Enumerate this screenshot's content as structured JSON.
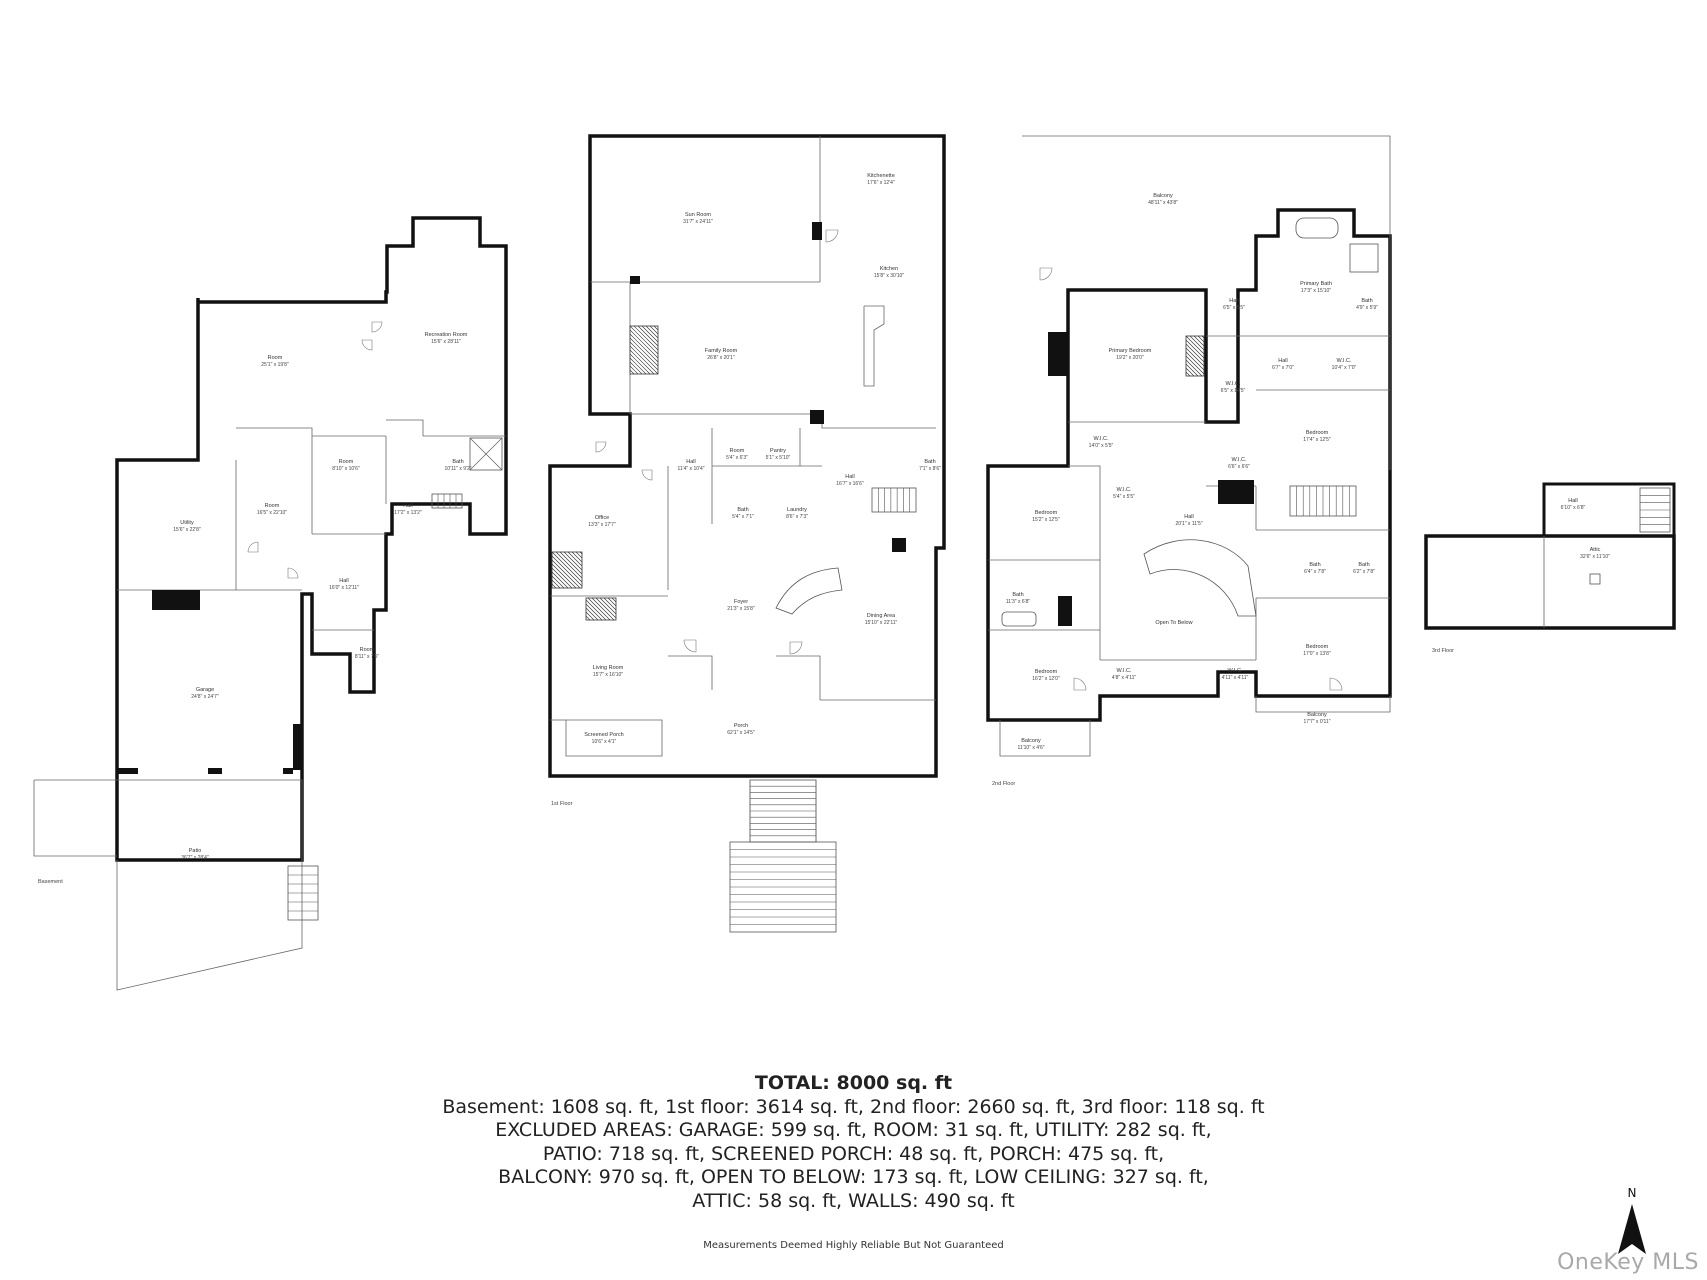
{
  "floors": {
    "basement": {
      "label": "Basement",
      "rooms": [
        {
          "id": "room-a",
          "name": "Room",
          "dims": "25'1\" x 19'8\""
        },
        {
          "id": "recreation",
          "name": "Recreation Room",
          "dims": "15'6\" x 28'11\""
        },
        {
          "id": "utility",
          "name": "Utility",
          "dims": "15'6\" x 22'8\""
        },
        {
          "id": "room-b",
          "name": "Room",
          "dims": "16'5\" x 22'10\""
        },
        {
          "id": "room-c",
          "name": "Room",
          "dims": "8'10\" x 10'6\""
        },
        {
          "id": "hall-a",
          "name": "Hall",
          "dims": "17'2\" x 13'2\""
        },
        {
          "id": "bath-a",
          "name": "Bath",
          "dims": "10'11\" x 9'2\""
        },
        {
          "id": "hall-b",
          "name": "Hall",
          "dims": "16'0\" x 12'11\""
        },
        {
          "id": "room-d",
          "name": "Room",
          "dims": "8'11\" x 7'5\""
        },
        {
          "id": "garage",
          "name": "Garage",
          "dims": "24'8\" x 24'7\""
        },
        {
          "id": "patio",
          "name": "Patio",
          "dims": "36'7\" x 28'4\""
        }
      ]
    },
    "first": {
      "label": "1st Floor",
      "rooms": [
        {
          "id": "sunroom",
          "name": "Sun Room",
          "dims": "31'7\" x 24'11\""
        },
        {
          "id": "kitchenette",
          "name": "Kitchenette",
          "dims": "17'6\" x 12'4\""
        },
        {
          "id": "kitchen",
          "name": "Kitchen",
          "dims": "15'8\" x 30'10\""
        },
        {
          "id": "family",
          "name": "Family Room",
          "dims": "26'8\" x 20'1\""
        },
        {
          "id": "hall-1a",
          "name": "Hall",
          "dims": "11'4\" x 10'4\""
        },
        {
          "id": "room-1",
          "name": "Room",
          "dims": "5'4\" x 6'3\""
        },
        {
          "id": "pantry",
          "name": "Pantry",
          "dims": "5'1\" x 5'10\""
        },
        {
          "id": "hall-1b",
          "name": "Hall",
          "dims": "16'7\" x 16'6\""
        },
        {
          "id": "bath-1a",
          "name": "Bath",
          "dims": "7'1\" x 8'6\""
        },
        {
          "id": "bath-1b",
          "name": "Bath",
          "dims": "5'4\" x 7'1\""
        },
        {
          "id": "laundry",
          "name": "Laundry",
          "dims": "8'6\" x 7'3\""
        },
        {
          "id": "office",
          "name": "Office",
          "dims": "13'3\" x 17'7\""
        },
        {
          "id": "foyer",
          "name": "Foyer",
          "dims": "21'3\" x 15'8\""
        },
        {
          "id": "dining",
          "name": "Dining Area",
          "dims": "15'10\" x 22'11\""
        },
        {
          "id": "living",
          "name": "Living Room",
          "dims": "15'7\" x 16'10\""
        },
        {
          "id": "screened",
          "name": "Screened Porch",
          "dims": "10'6\" x 4'1\""
        },
        {
          "id": "porch",
          "name": "Porch",
          "dims": "62'1\" x 14'5\""
        }
      ]
    },
    "second": {
      "label": "2nd Floor",
      "rooms": [
        {
          "id": "balcony-a",
          "name": "Balcony",
          "dims": "48'11\" x 43'8\""
        },
        {
          "id": "primary-bed",
          "name": "Primary Bedroom",
          "dims": "19'2\" x 20'0\""
        },
        {
          "id": "hall-2a",
          "name": "Hall",
          "dims": "6'5\" x 5'5\""
        },
        {
          "id": "primary-bath",
          "name": "Primary Bath",
          "dims": "17'3\" x 15'10\""
        },
        {
          "id": "bath-2a",
          "name": "Bath",
          "dims": "4'9\" x 5'9\""
        },
        {
          "id": "hall-2b",
          "name": "Hall",
          "dims": "6'7\" x 7'0\""
        },
        {
          "id": "wic-a",
          "name": "W.I.C.",
          "dims": "10'4\" x 7'0\""
        },
        {
          "id": "wic-b",
          "name": "W.I.C.",
          "dims": "6'5\" x 14'5\""
        },
        {
          "id": "wic-c",
          "name": "W.I.C.",
          "dims": "14'0\" x 5'5\""
        },
        {
          "id": "bedroom-a",
          "name": "Bedroom",
          "dims": "17'4\" x 12'5\""
        },
        {
          "id": "wic-d",
          "name": "W.I.C.",
          "dims": "6'6\" x 6'6\""
        },
        {
          "id": "wic-e",
          "name": "W.I.C.",
          "dims": "5'4\" x 5'5\""
        },
        {
          "id": "bedroom-b",
          "name": "Bedroom",
          "dims": "15'2\" x 12'5\""
        },
        {
          "id": "hall-2c",
          "name": "Hall",
          "dims": "20'1\" x 11'5\""
        },
        {
          "id": "bath-2b",
          "name": "Bath",
          "dims": "11'3\" x 6'8\""
        },
        {
          "id": "bath-2c",
          "name": "Bath",
          "dims": "6'4\" x 7'8\""
        },
        {
          "id": "bath-2d",
          "name": "Bath",
          "dims": "6'2\" x 7'8\""
        },
        {
          "id": "open-below",
          "name": "Open To Below",
          "dims": ""
        },
        {
          "id": "bedroom-c",
          "name": "Bedroom",
          "dims": "16'2\" x 12'0\""
        },
        {
          "id": "wic-f",
          "name": "W.I.C.",
          "dims": "4'8\" x 4'11\""
        },
        {
          "id": "wic-g",
          "name": "W.I.C.",
          "dims": "4'11\" x 4'11\""
        },
        {
          "id": "bedroom-d",
          "name": "Bedroom",
          "dims": "17'0\" x 13'8\""
        },
        {
          "id": "balcony-b",
          "name": "Balcony",
          "dims": "11'10\" x 4'6\""
        },
        {
          "id": "balcony-c",
          "name": "Balcony",
          "dims": "17'7\" x 0'11\""
        }
      ]
    },
    "third": {
      "label": "3rd Floor",
      "rooms": [
        {
          "id": "hall-3",
          "name": "Hall",
          "dims": "6'10\" x 6'8\""
        },
        {
          "id": "attic",
          "name": "Attic",
          "dims": "32'6\" x 11'10\""
        }
      ]
    }
  },
  "summary": {
    "total": "TOTAL: 8000 sq. ft",
    "lines": [
      "Basement: 1608 sq. ft, 1st floor: 3614 sq. ft, 2nd floor: 2660 sq. ft, 3rd floor: 118 sq. ft",
      "EXCLUDED AREAS: GARAGE: 599 sq. ft, ROOM: 31 sq. ft, UTILITY: 282 sq. ft,",
      "PATIO: 718 sq. ft, SCREENED PORCH: 48 sq. ft, PORCH: 475 sq. ft,",
      "BALCONY: 970 sq. ft, OPEN TO BELOW: 173 sq. ft, LOW CEILING: 327 sq. ft,",
      "ATTIC: 58 sq. ft, WALLS: 490 sq. ft"
    ],
    "disclaimer": "Measurements Deemed Highly Reliable But Not Guaranteed"
  },
  "compass": {
    "letter": "N"
  },
  "watermark": "OneKey MLS",
  "colors": {
    "wall": "#111111",
    "thin": "#555555",
    "background": "#ffffff",
    "watermark": "#a9a9a9"
  }
}
